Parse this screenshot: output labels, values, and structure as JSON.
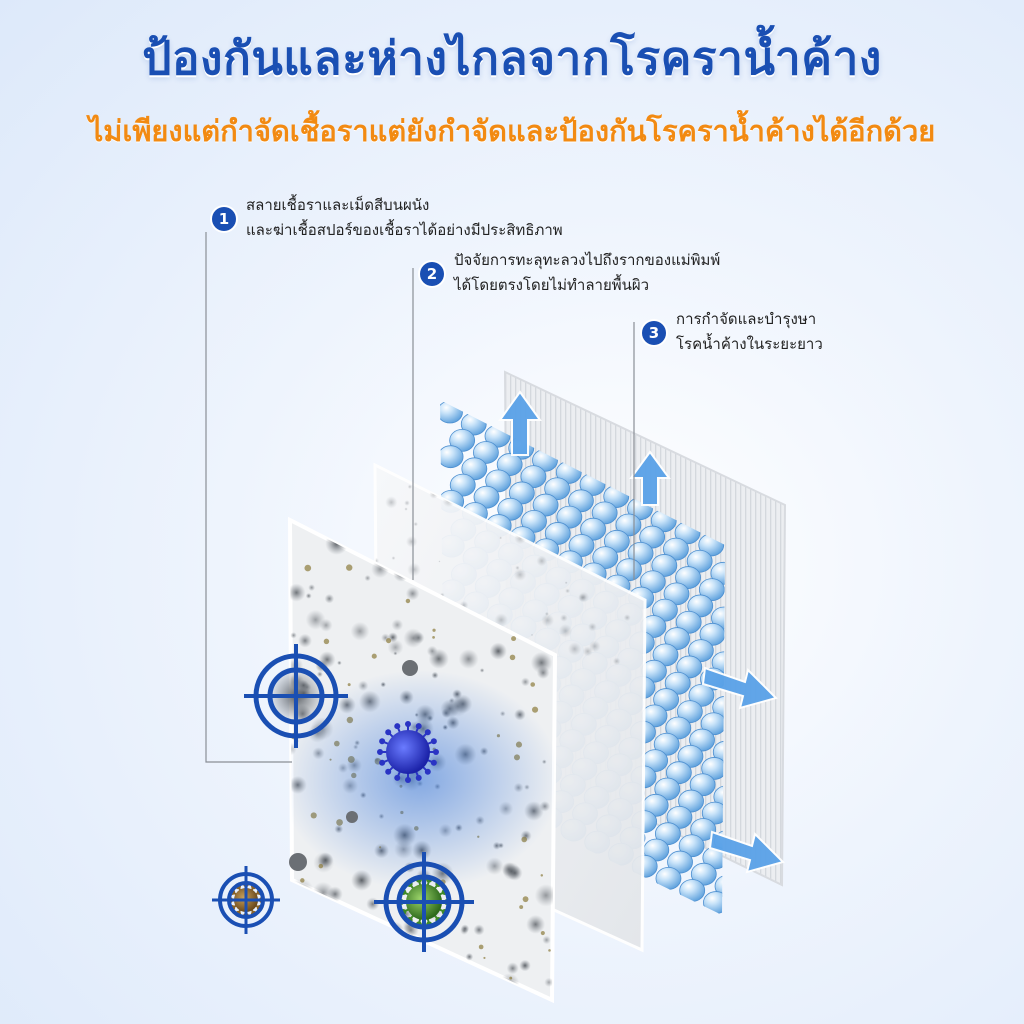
{
  "header": {
    "title": "ป้องกันและห่างไกลจากโรคราน้ำค้าง",
    "subtitle": "ไม่เพียงแต่กำจัดเชื้อราแต่ยังกำจัดและป้องกันโรคราน้ำค้างได้อีกด้วย"
  },
  "callouts": [
    {
      "number": "1",
      "line1": "สลายเชื้อราและเม็ดสีบนผนัง",
      "line2": "และฆ่าเชื้อสปอร์ของเชื้อราได้อย่างมีประสิทธิภาพ"
    },
    {
      "number": "2",
      "line1": "ปัจจัยการทะลุทะลวงไปถึงรากของแม่พิมพ์",
      "line2": "ได้โดยตรงโดยไม่ทำลายพื้นผิว"
    },
    {
      "number": "3",
      "line1": "การกำจัดและบำรุงษา",
      "line2": "โรคน้ำค้างในระยะยาว"
    }
  ],
  "colors": {
    "title": "#1a4fb3",
    "subtitle": "#f28a12",
    "badge": "#1a4fb3",
    "target": "#1a4fb3",
    "droplet": "#8fc3ee",
    "arrow": "#5aa2e8"
  },
  "icons": [
    "target-icon",
    "virus-icon",
    "arrow-up-icon",
    "arrow-right-icon"
  ]
}
